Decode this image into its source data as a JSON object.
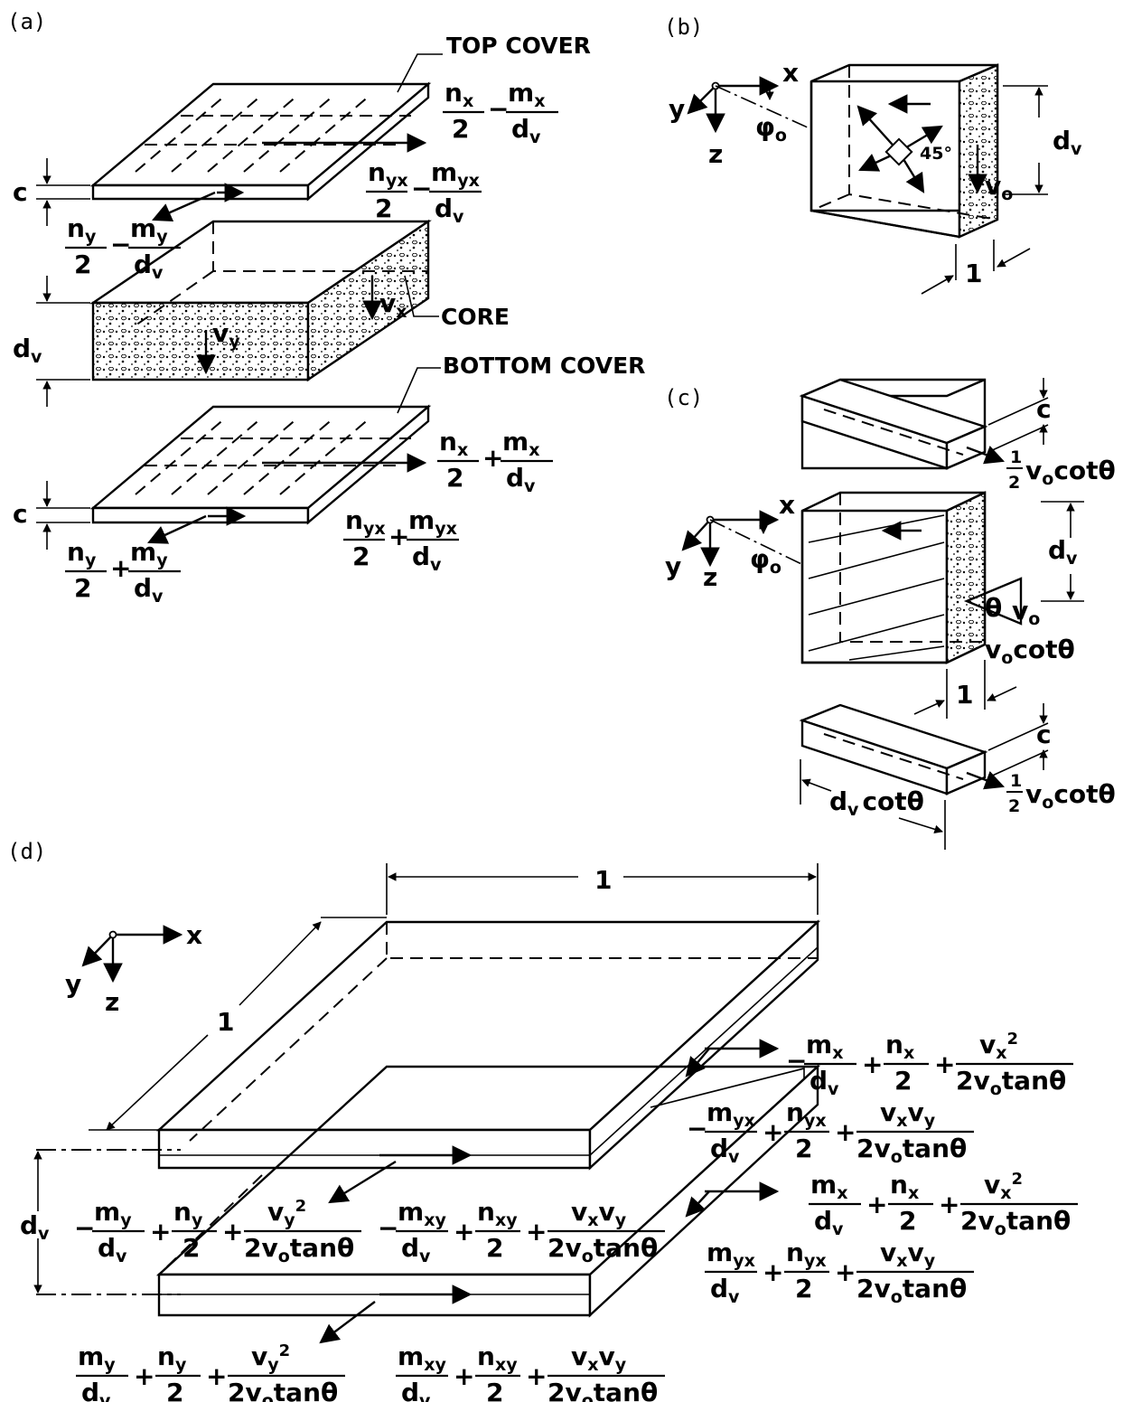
{
  "panels": {
    "a": "(a)",
    "b": "(b)",
    "c": "(c)",
    "d": "(d)"
  },
  "labels": {
    "top_cover": "TOP COVER",
    "core": "CORE",
    "bottom_cover": "BOTTOM COVER"
  },
  "axes": {
    "x": "x",
    "y": "y",
    "z": "z"
  },
  "symbols": {
    "c": "c",
    "d": "d",
    "v_sub": "v",
    "one": "1",
    "phi": "φ",
    "phi_sub": "o",
    "angle45": "45°",
    "theta": "θ",
    "cot": "cot",
    "tan": "tan"
  },
  "terms": {
    "n": "n",
    "m": "m",
    "v": "v",
    "x": "x",
    "y": "y",
    "yx": "yx",
    "xy": "xy",
    "two": "2",
    "plus": "+",
    "minus": "−",
    "sq": "2"
  },
  "panel_c": {
    "half": "1",
    "half_den": "2",
    "force_top": "v",
    "force_sub": "o",
    "cot_theta": "cotθ",
    "v_o": "v",
    "o": "o",
    "dv_cot": "cotθ"
  },
  "panel_d": {
    "two_vo_tan": "2v",
    "o": "o",
    "tan_theta": "tanθ"
  }
}
